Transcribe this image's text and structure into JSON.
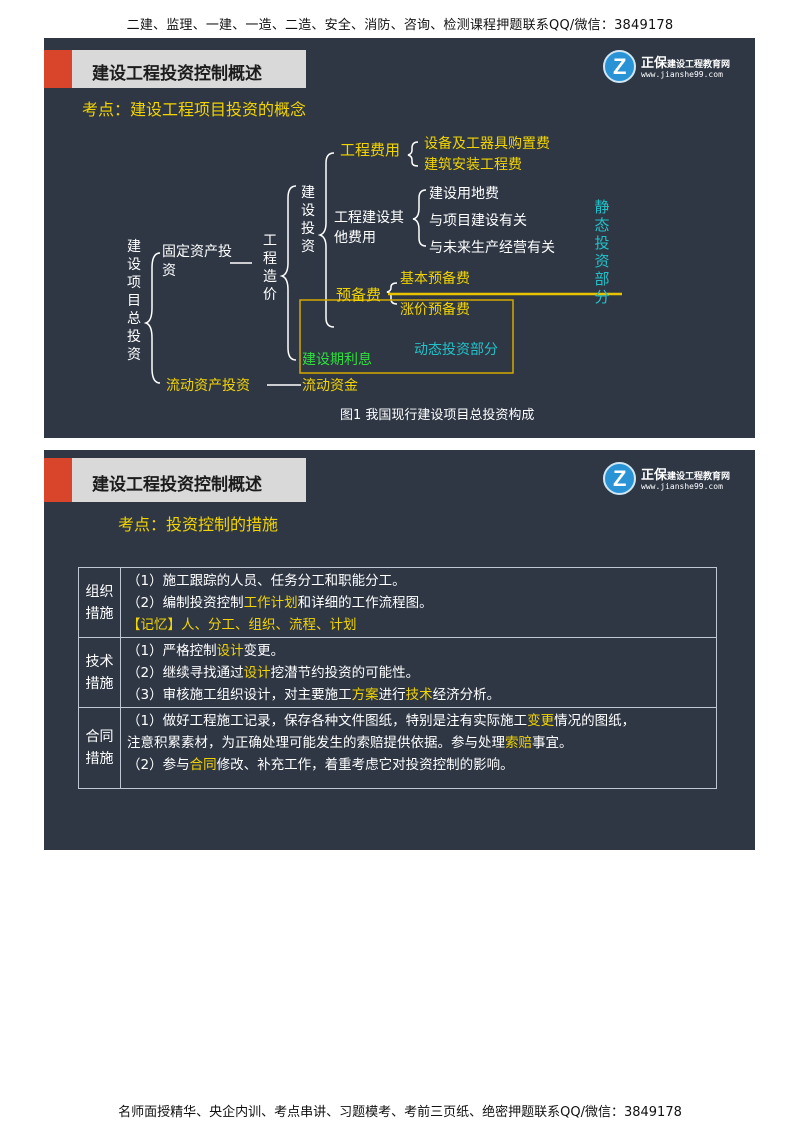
{
  "page": {
    "header": "二建、监理、一建、一造、二造、安全、消防、咨询、检测课程押题联系QQ/微信：3849178",
    "footer": "名师面授精华、央企内训、考点串讲、习题模考、考前三页纸、绝密押题联系QQ/微信：3849178"
  },
  "logo": {
    "name": "正保",
    "sub": "建设工程教育网",
    "url": "www.jianshe99.com"
  },
  "slide1": {
    "title": "建设工程投资控制概述",
    "kaodian": "考点：建设工程项目投资的概念",
    "diagram": {
      "total": "建设项目总投资",
      "fixed": "固定资产投资",
      "cost": "工程造价",
      "construction": "建设投资",
      "engineering_fee": "工程费用",
      "equipment": "设备及工器具购置费",
      "installation": "建筑安装工程费",
      "other_fee": "工程建设其他费用",
      "land": "建设用地费",
      "project_related": "与项目建设有关",
      "future": "与未来生产经营有关",
      "reserve": "预备费",
      "basic_reserve": "基本预备费",
      "price_reserve": "涨价预备费",
      "interest": "建设期利息",
      "static": "静态投资部分",
      "dynamic": "动态投资部分",
      "working_capital_inv": "流动资产投资",
      "working_capital": "流动资金"
    },
    "caption": "图1   我国现行建设项目总投资构成"
  },
  "slide2": {
    "title": "建设工程投资控制概述",
    "kaodian": "考点：投资控制的措施",
    "rows": [
      {
        "category": "组织措施",
        "lines": [
          [
            {
              "t": "（1）施工跟踪的人员、任务分工和职能分工。"
            }
          ],
          [
            {
              "t": "（2）编制投资控制"
            },
            {
              "t": "工作计划",
              "hl": true
            },
            {
              "t": "和详细的工作流程图。"
            }
          ],
          [
            {
              "t": "【记忆】人、分工、组织、流程、计划",
              "hl": true
            }
          ]
        ]
      },
      {
        "category": "技术措施",
        "lines": [
          [
            {
              "t": "（1）严格控制"
            },
            {
              "t": "设计",
              "hl": true
            },
            {
              "t": "变更。"
            }
          ],
          [
            {
              "t": "（2）继续寻找通过"
            },
            {
              "t": "设计",
              "hl": true
            },
            {
              "t": "挖潜节约投资的可能性。"
            }
          ],
          [
            {
              "t": "（3）审核施工组织设计，对主要施工"
            },
            {
              "t": "方案",
              "hl": true
            },
            {
              "t": "进行"
            },
            {
              "t": "技术",
              "hl": true
            },
            {
              "t": "经济分析。"
            }
          ]
        ]
      },
      {
        "category": "合同措施",
        "lines": [
          [
            {
              "t": "（1）做好工程施工记录，保存各种文件图纸，特别是注有实际施工"
            },
            {
              "t": "变更",
              "hl": true
            },
            {
              "t": "情况的图纸，"
            }
          ],
          [
            {
              "t": "注意积累素材，为正确处理可能发生的索赔提供依据。参与处理"
            },
            {
              "t": "索赔",
              "hl": true
            },
            {
              "t": "事宜。"
            }
          ],
          [
            {
              "t": "（2）参与"
            },
            {
              "t": "合同",
              "hl": true
            },
            {
              "t": "修改、补充工作，着重考虑它对投资控制的影响。"
            }
          ]
        ]
      }
    ]
  }
}
